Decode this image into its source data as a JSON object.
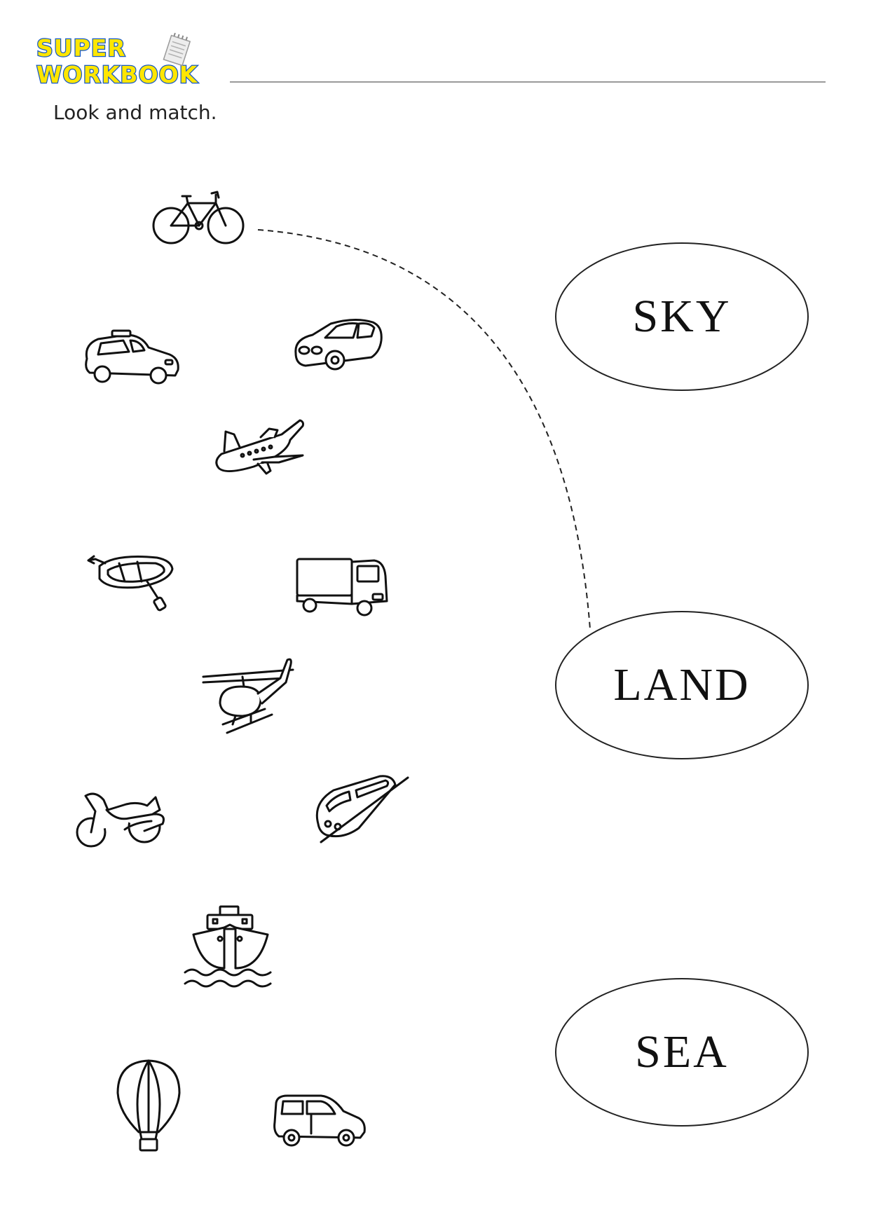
{
  "logo": {
    "line1": "SUPER",
    "line2": "WORKBOOK",
    "colors": {
      "fill": "#ffe600",
      "outline": "#1558c7"
    }
  },
  "instruction": "Look and match.",
  "categories": [
    {
      "id": "sky",
      "label": "SKY"
    },
    {
      "id": "land",
      "label": "LAND"
    },
    {
      "id": "sea",
      "label": "SEA"
    }
  ],
  "vehicles": [
    {
      "id": "bicycle",
      "icon": "bicycle-icon"
    },
    {
      "id": "taxi",
      "icon": "taxi-icon"
    },
    {
      "id": "car",
      "icon": "car-icon"
    },
    {
      "id": "airplane",
      "icon": "airplane-icon"
    },
    {
      "id": "rowboat",
      "icon": "rowboat-icon"
    },
    {
      "id": "truck",
      "icon": "truck-icon"
    },
    {
      "id": "helicopter",
      "icon": "helicopter-icon"
    },
    {
      "id": "motorcycle",
      "icon": "motorcycle-icon"
    },
    {
      "id": "train",
      "icon": "train-icon"
    },
    {
      "id": "ship",
      "icon": "ship-icon"
    },
    {
      "id": "hot-air-balloon",
      "icon": "hot-air-balloon-icon"
    },
    {
      "id": "van",
      "icon": "van-icon"
    }
  ],
  "example_match": {
    "from": "bicycle",
    "to": "land",
    "style": "dashed"
  }
}
